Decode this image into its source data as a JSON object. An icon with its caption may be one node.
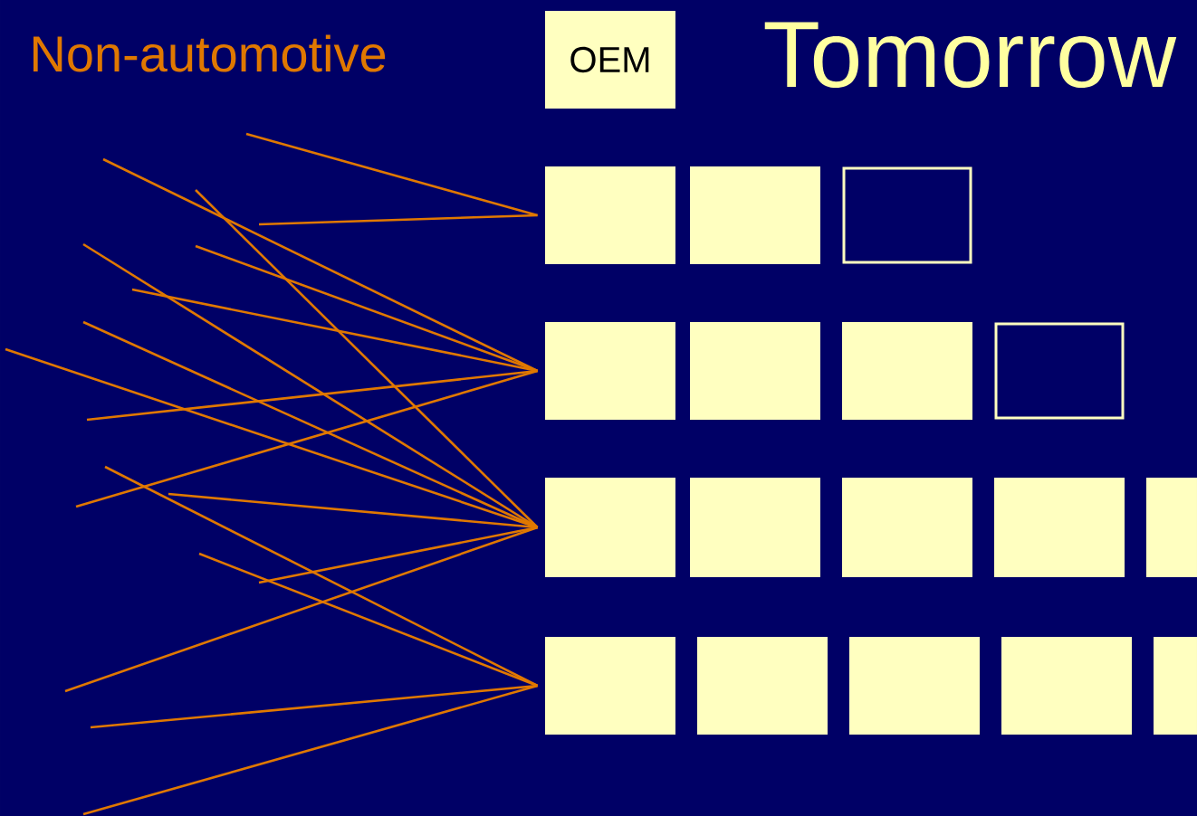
{
  "diagram": {
    "title": "Tomorrow",
    "nodes": [
      {
        "text": [
          "OEM"
        ]
      },
      {
        "text": [],
        "shape": "box"
      },
      {
        "text": [],
        "shape": "box"
      },
      {
        "text": [],
        "shape": "box"
      },
      {
        "text": [],
        "shape": "box"
      },
      {
        "text": [],
        "shape": "box"
      },
      {
        "text": [],
        "shape": "box"
      },
      {
        "text": [],
        "shape": "box"
      },
      {
        "text": [],
        "shape": "box"
      },
      {
        "text": [],
        "shape": "box"
      },
      {
        "text": [],
        "shape": "box"
      },
      {
        "text": [],
        "shape": "box"
      },
      {
        "text": [],
        "shape": "box"
      },
      {
        "text": [],
        "shape": "box"
      },
      {
        "text": [],
        "shape": "box"
      },
      {
        "text": [],
        "shape": "box"
      },
      {
        "text": [],
        "shape": "box"
      },
      {
        "text": [],
        "shape": "box"
      }
    ],
    "edges": [
      {
        "from": null,
        "to": 1,
        "arrow": "none"
      },
      {
        "from": null,
        "to": 1,
        "arrow": "none"
      },
      {
        "from": null,
        "to": 4,
        "arrow": "none"
      },
      {
        "from": null,
        "to": 4,
        "arrow": "none"
      },
      {
        "from": null,
        "to": 4,
        "arrow": "none"
      },
      {
        "from": null,
        "to": 4,
        "arrow": "none"
      },
      {
        "from": null,
        "to": 4,
        "arrow": "none"
      },
      {
        "from": null,
        "to": 8,
        "arrow": "none"
      },
      {
        "from": null,
        "to": 8,
        "arrow": "none"
      },
      {
        "from": null,
        "to": 8,
        "arrow": "none"
      },
      {
        "from": null,
        "to": 8,
        "arrow": "none"
      },
      {
        "from": null,
        "to": 8,
        "arrow": "none"
      },
      {
        "from": null,
        "to": 8,
        "arrow": "none"
      },
      {
        "from": null,
        "to": 8,
        "arrow": "none"
      },
      {
        "from": null,
        "to": 13,
        "arrow": "none"
      },
      {
        "from": null,
        "to": 13,
        "arrow": "none"
      },
      {
        "from": null,
        "to": 13,
        "arrow": "none"
      },
      {
        "from": null,
        "to": 13,
        "arrow": "none"
      }
    ],
    "labels": [
      "Non-automotive"
    ]
  }
}
